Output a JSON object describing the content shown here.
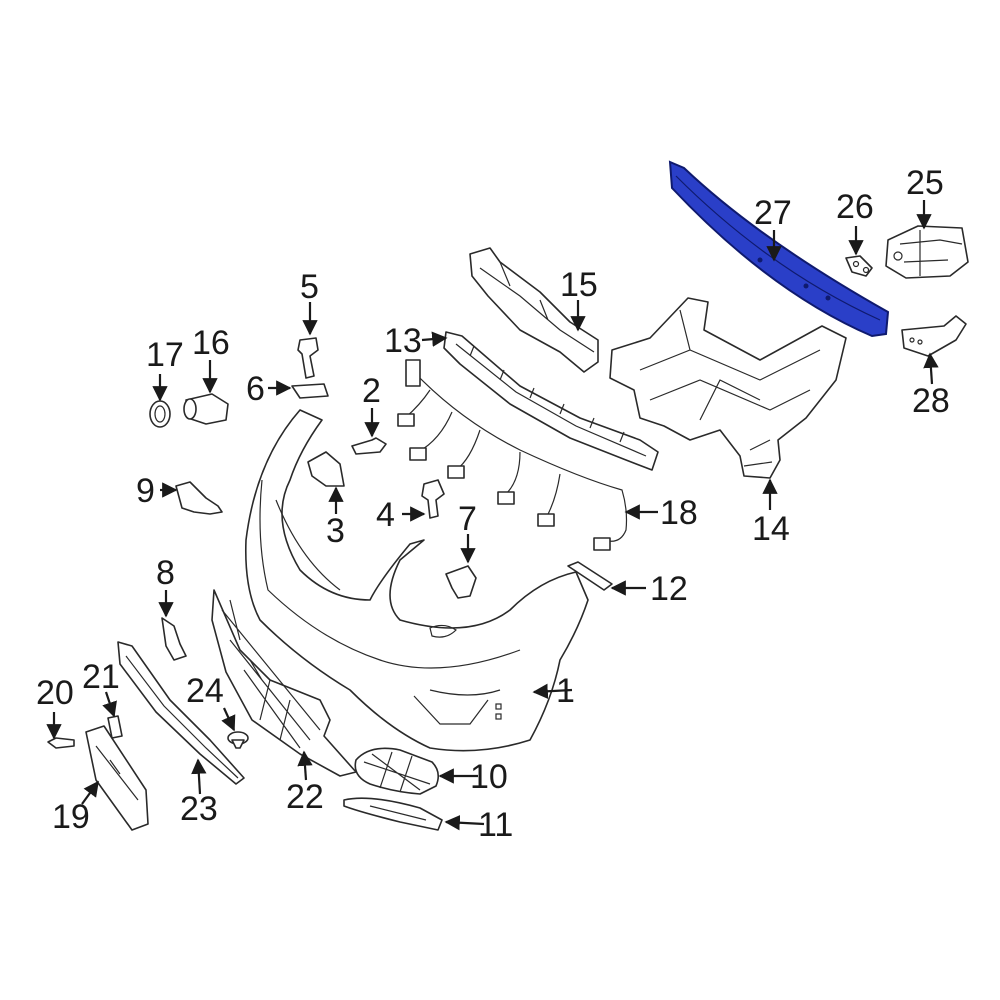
{
  "highlight_color": "#2a3fc8",
  "line_color": "#2a2a2a",
  "callouts": {
    "c1": "1",
    "c2": "2",
    "c3": "3",
    "c4": "4",
    "c5": "5",
    "c6": "6",
    "c7": "7",
    "c8": "8",
    "c9": "9",
    "c10": "10",
    "c11": "11",
    "c12": "12",
    "c13": "13",
    "c14": "14",
    "c15": "15",
    "c16": "16",
    "c17": "17",
    "c18": "18",
    "c19": "19",
    "c20": "20",
    "c21": "21",
    "c22": "22",
    "c23": "23",
    "c24": "24",
    "c25": "25",
    "c26": "26",
    "c27": "27",
    "c28": "28"
  },
  "highlighted_part": "27"
}
